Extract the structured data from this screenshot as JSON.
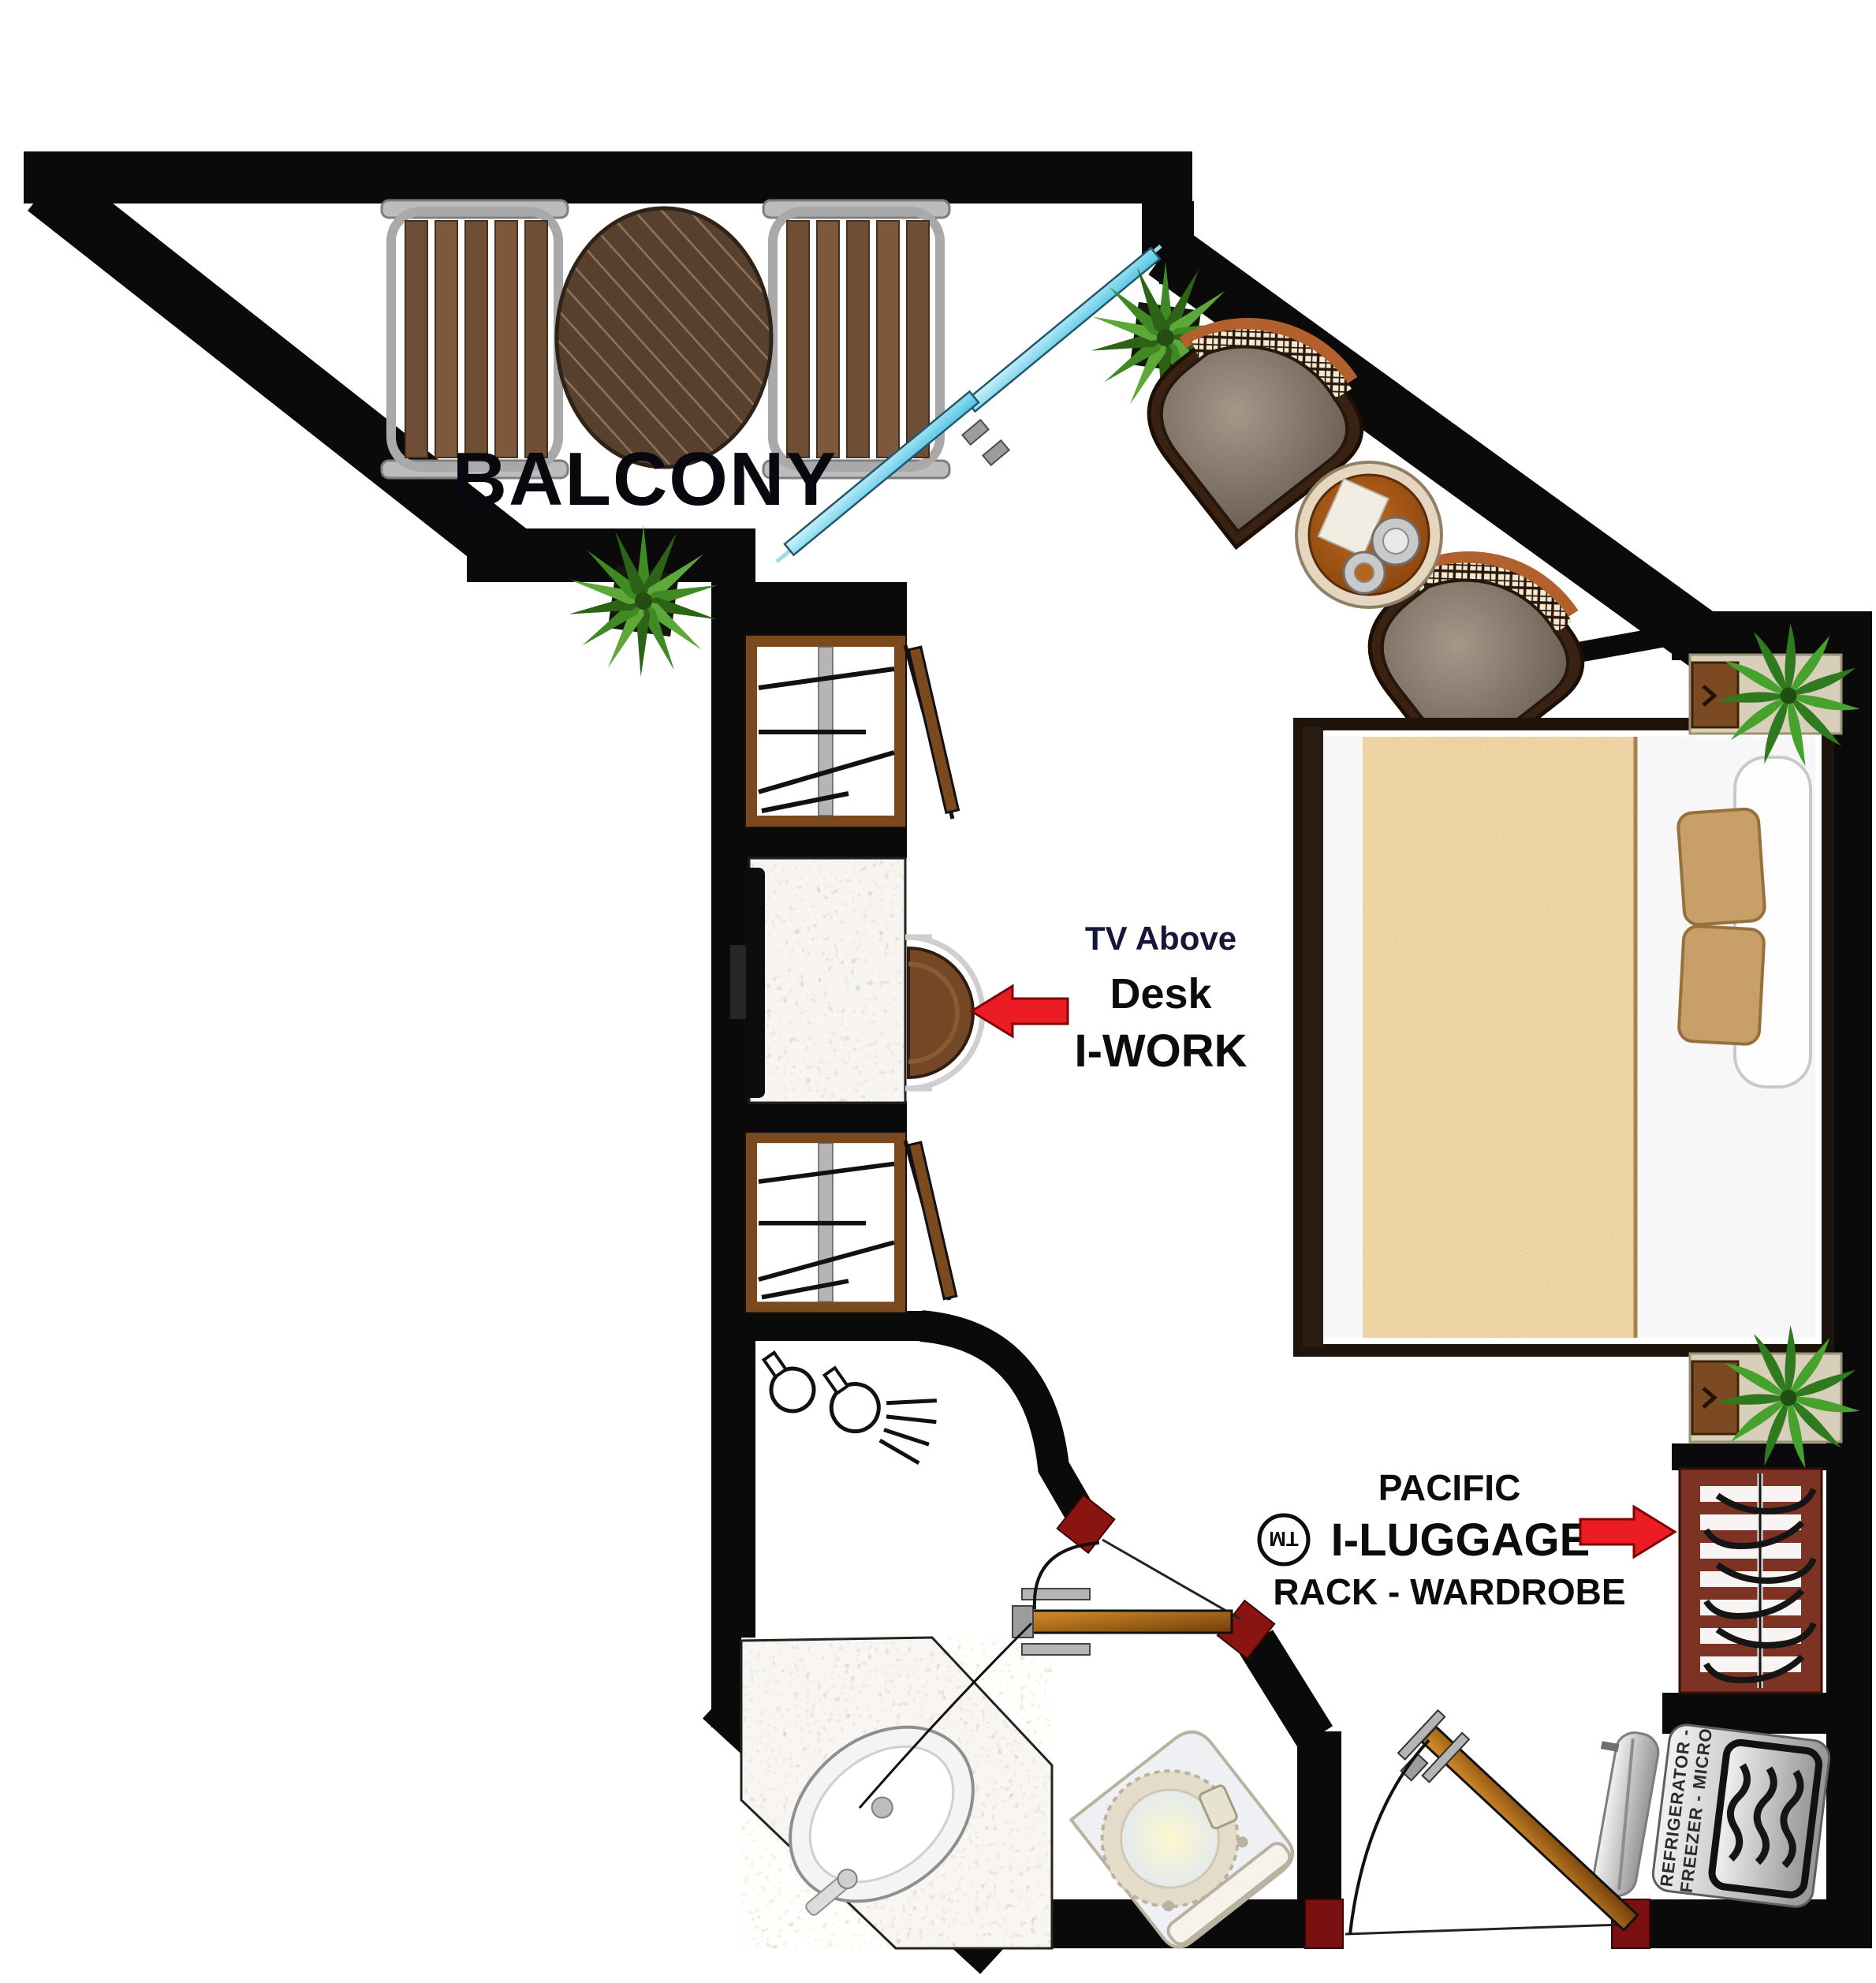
{
  "floor_plan": {
    "balcony": {
      "label": "BALCONY"
    },
    "desk_area": {
      "tv_note": "TV Above",
      "desk_label": "Desk",
      "brand_label": "I-WORK"
    },
    "luggage_area": {
      "brand_line1": "PACIFIC",
      "trademark": "TM",
      "brand_line2": "I-LUGGAGE",
      "brand_line3": "RACK - WARDROBE"
    },
    "appliances": {
      "label_line1": "REFRIGERATOR  -",
      "label_line2": "FREEZER  -  MICRO"
    },
    "colors": {
      "wall_black": "#0a0a0a",
      "arrow_red": "#ec1c24",
      "hinge_dark_red": "#8a1410",
      "slider_cyan": "#7fd8ec",
      "door_wood": "#b0701e",
      "rack_brown": "#7c3324",
      "blanket_tan": "#c49a5e",
      "granite_gray": "#b3a99c",
      "teak_dark": "#57412e",
      "plant_green": "#3f8a22"
    },
    "rooms": [
      "balcony",
      "bedroom",
      "bathroom"
    ],
    "furniture": [
      "patio chair",
      "patio table",
      "potted plant",
      "wicker chair",
      "round coffee table",
      "sliding glass door",
      "casement window",
      "desk with TV above",
      "desk stool",
      "bed",
      "nightstand",
      "luggage rack wardrobe",
      "refrigerator freezer micro",
      "ironing board",
      "vanity sink",
      "toilet",
      "shower",
      "entry door",
      "bathroom door"
    ]
  }
}
